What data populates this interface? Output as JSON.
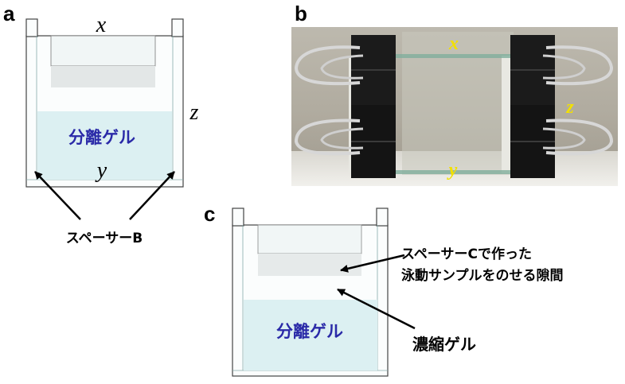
{
  "panels": {
    "a": {
      "letter": "a",
      "x_label": "x",
      "y_label": "y",
      "z_label": "z",
      "gel_label": "分離ゲル",
      "spacer_label": "スペーサーB"
    },
    "b": {
      "letter": "b",
      "x_label": "x",
      "y_label": "y",
      "z_label": "z"
    },
    "c": {
      "letter": "c",
      "gel_label": "分離ゲル",
      "gap_label_line1": "スペーサーCで作った",
      "gap_label_line2": "泳動サンプルをのせる隙間",
      "stacking_gel_label": "濃縮ゲル"
    }
  },
  "colors": {
    "gel_fill": "#dcf0f2",
    "plate_fill": "#fbfdfd",
    "outline": "#444444",
    "photo_label": "#f2e000",
    "gel_text": "#2a2aa8"
  }
}
